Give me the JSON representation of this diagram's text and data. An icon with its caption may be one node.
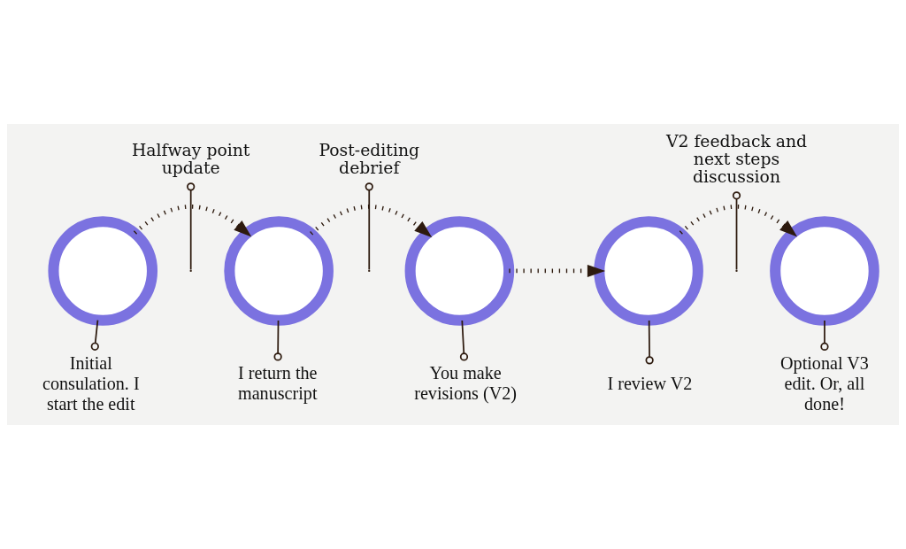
{
  "diagram": {
    "nodes": [
      {
        "text": [
          "Halfway point update"
        ]
      },
      {
        "text": [
          "Post-editing debrief"
        ]
      },
      {
        "text": [
          "V2 feedback and next steps discussion"
        ]
      },
      {
        "text": [],
        "shape": "circle"
      },
      {
        "text": [],
        "shape": "circle"
      },
      {
        "text": [],
        "shape": "circle"
      },
      {
        "text": [],
        "shape": "circle"
      },
      {
        "text": [],
        "shape": "circle"
      },
      {
        "text": [
          "Initial consulation. I start the edit"
        ]
      },
      {
        "text": [
          "I return the manuscript"
        ]
      },
      {
        "text": [
          "You make revisions (V2)"
        ]
      },
      {
        "text": [
          "I review V2"
        ]
      },
      {
        "text": [
          "Optional V3 edit. Or, all done!"
        ]
      }
    ],
    "edges": [
      {
        "from": 3,
        "to": 4,
        "arrow": "to",
        "style": "dashed"
      },
      {
        "from": 4,
        "to": 5,
        "arrow": "to",
        "style": "dashed"
      },
      {
        "from": 5,
        "to": 6,
        "arrow": "to",
        "style": "dashed"
      },
      {
        "from": 6,
        "to": 7,
        "arrow": "to",
        "style": "dashed"
      },
      {
        "from": 0,
        "to": null,
        "arrow": "other"
      },
      {
        "from": 1,
        "to": null,
        "arrow": "other"
      },
      {
        "from": 2,
        "to": null,
        "arrow": "other"
      },
      {
        "from": 3,
        "to": 8,
        "arrow": "other"
      },
      {
        "from": 4,
        "to": 9,
        "arrow": "other"
      },
      {
        "from": 5,
        "to": 10,
        "arrow": "other"
      },
      {
        "from": 6,
        "to": 11,
        "arrow": "other"
      },
      {
        "from": 7,
        "to": 12,
        "arrow": "other"
      }
    ]
  }
}
